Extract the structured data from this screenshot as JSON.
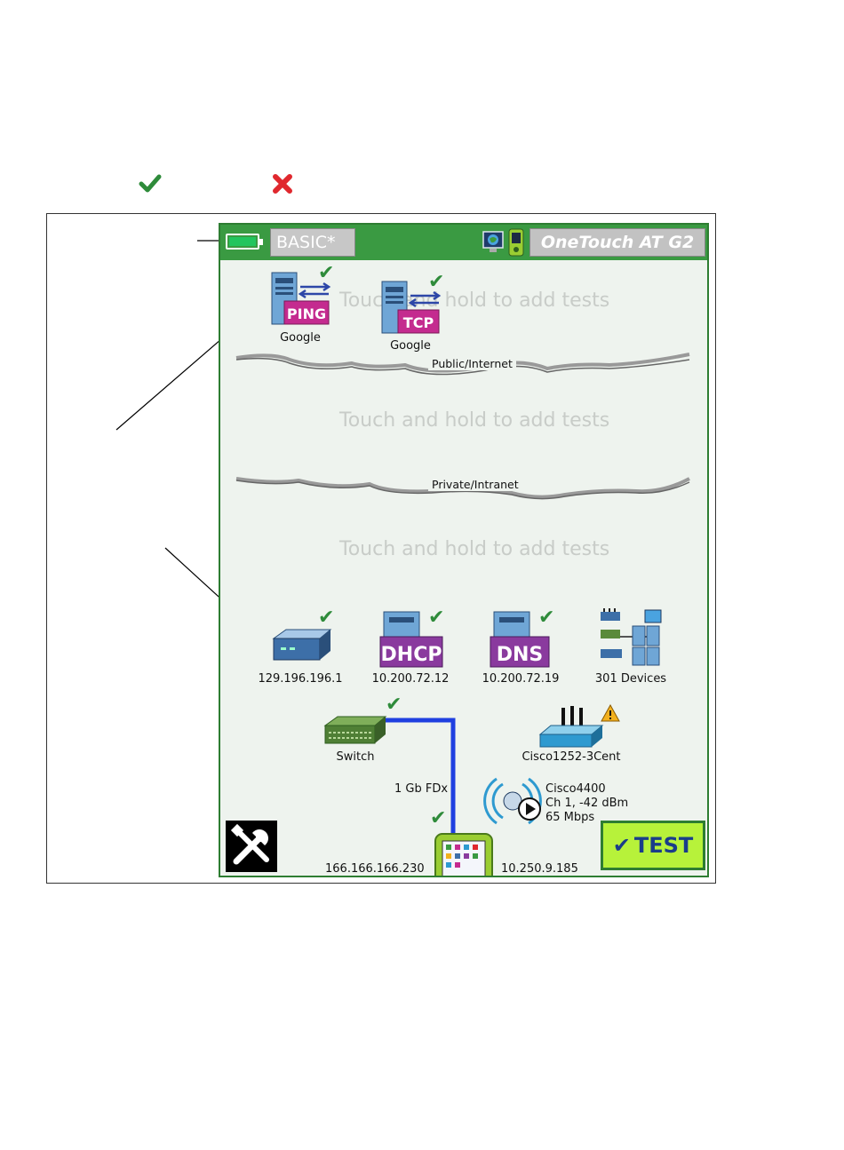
{
  "legend": {
    "pass_icon": "check-mark-icon",
    "fail_icon": "x-mark-icon",
    "pass_color": "#2e8b3a",
    "fail_color": "#e0282e"
  },
  "topbar": {
    "profile": "BASIC*",
    "product": "OneTouch AT G2",
    "accent": "#3a9a42"
  },
  "hint_text": "Touch and hold to add tests",
  "public_tests": [
    {
      "badge": "PING",
      "label": "Google"
    },
    {
      "badge": "TCP",
      "label": "Google"
    }
  ],
  "clouds": {
    "public": "Public/Internet",
    "private": "Private/Intranet"
  },
  "services": [
    {
      "label": "129.196.196.1",
      "icon": "router-icon"
    },
    {
      "badge": "DHCP",
      "label": "10.200.72.12"
    },
    {
      "badge": "DNS",
      "label": "10.200.72.19"
    },
    {
      "label": "301 Devices",
      "icon": "devices-icon"
    }
  ],
  "switch": {
    "label": "Switch",
    "link": "1 Gb FDx"
  },
  "access_point": {
    "label": "Cisco1252-3Cent"
  },
  "wifi": {
    "ssid": "Cisco4400",
    "channel": "Ch 1, -42 dBm",
    "rate": "65 Mbps"
  },
  "wired_ip": "166.166.166.230",
  "wifi_ip": "10.250.9.185",
  "test_button": "TEST"
}
